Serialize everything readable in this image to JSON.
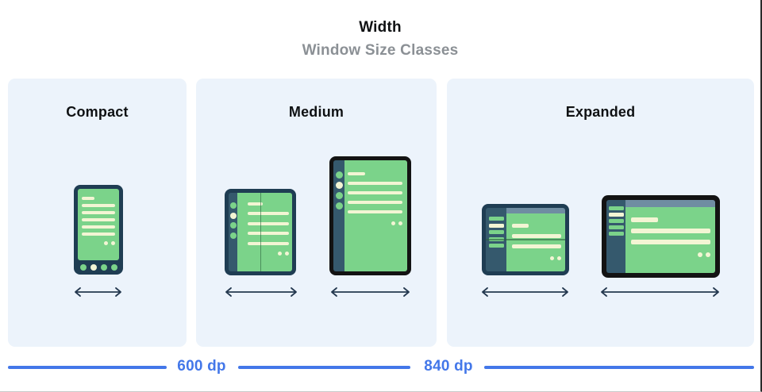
{
  "page": {
    "title": "Width",
    "subtitle": "Window Size Classes"
  },
  "size_classes": [
    {
      "label": "Compact",
      "devices": [
        "phone-portrait"
      ]
    },
    {
      "label": "Medium",
      "devices": [
        "foldable-open-portrait",
        "tablet-portrait"
      ]
    },
    {
      "label": "Expanded",
      "devices": [
        "foldable-open-landscape",
        "tablet-landscape"
      ]
    }
  ],
  "breakpoints": [
    {
      "label": "600 dp"
    },
    {
      "label": "840 dp"
    }
  ],
  "colors": {
    "panel_background": "#ECF3FB",
    "device_frame_navy": "#1F3D53",
    "device_frame_black": "#131313",
    "nav_rail": "#35596D",
    "screen_green": "#7BD38A",
    "content_cream": "#F3F5D4",
    "top_bar_slate": "#6F8DA2",
    "accent_blue": "#4377E9",
    "arrow_navy": "#24384F",
    "title_ink": "#0F1113",
    "subtitle_gray": "#8B9095"
  }
}
